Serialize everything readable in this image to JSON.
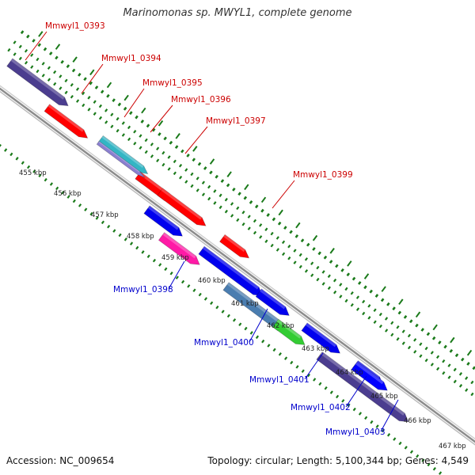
{
  "title": "Marinomonas sp. MWYL1, complete genome",
  "footer": {
    "accession": "Accession: NC_009654",
    "stats": "Topology: circular; Length: 5,100,344 bp; Genes: 4,549"
  },
  "scale_labels": [
    "455 kbp",
    "456 kbp",
    "457 kbp",
    "458 kbp",
    "459 kbp",
    "460 kbp",
    "461 kbp",
    "462 kbp",
    "463 kbp",
    "464 kbp",
    "465 kbp",
    "466 kbp",
    "467 kbp"
  ],
  "colors": {
    "forward_label": "#cc0000",
    "reverse_label": "#0000cc",
    "backbone": "#8c8c8c",
    "tick": "#1a7a1a"
  },
  "genes": [
    {
      "id": "Mmwyl1_0393",
      "strand": "forward",
      "color": "#4b3d8f"
    },
    {
      "id": "Mmwyl1_0394",
      "strand": "forward",
      "color": "#ff0000"
    },
    {
      "id": "Mmwyl1_0395",
      "strand": "forward",
      "color": "#33b5c4"
    },
    {
      "id": "Mmwyl1_0396",
      "strand": "forward",
      "color": "#ff0000"
    },
    {
      "id": "Mmwyl1_0397",
      "strand": "forward",
      "color": "#ff0000"
    },
    {
      "id": "Mmwyl1_0398",
      "strand": "reverse",
      "color": "#ff1aa6"
    },
    {
      "id": "Mmwyl1_0399",
      "strand": "forward",
      "color": "#ff0000"
    },
    {
      "id": "Mmwyl1_0400",
      "strand": "reverse",
      "color": "#4a7db0"
    },
    {
      "id": "Mmwyl1_0401",
      "strand": "reverse",
      "color": "#33cc33"
    },
    {
      "id": "Mmwyl1_0402",
      "strand": "reverse",
      "color": "#4b3d8f"
    },
    {
      "id": "Mmwyl1_0403",
      "strand": "reverse",
      "color": "#0000ff"
    }
  ]
}
